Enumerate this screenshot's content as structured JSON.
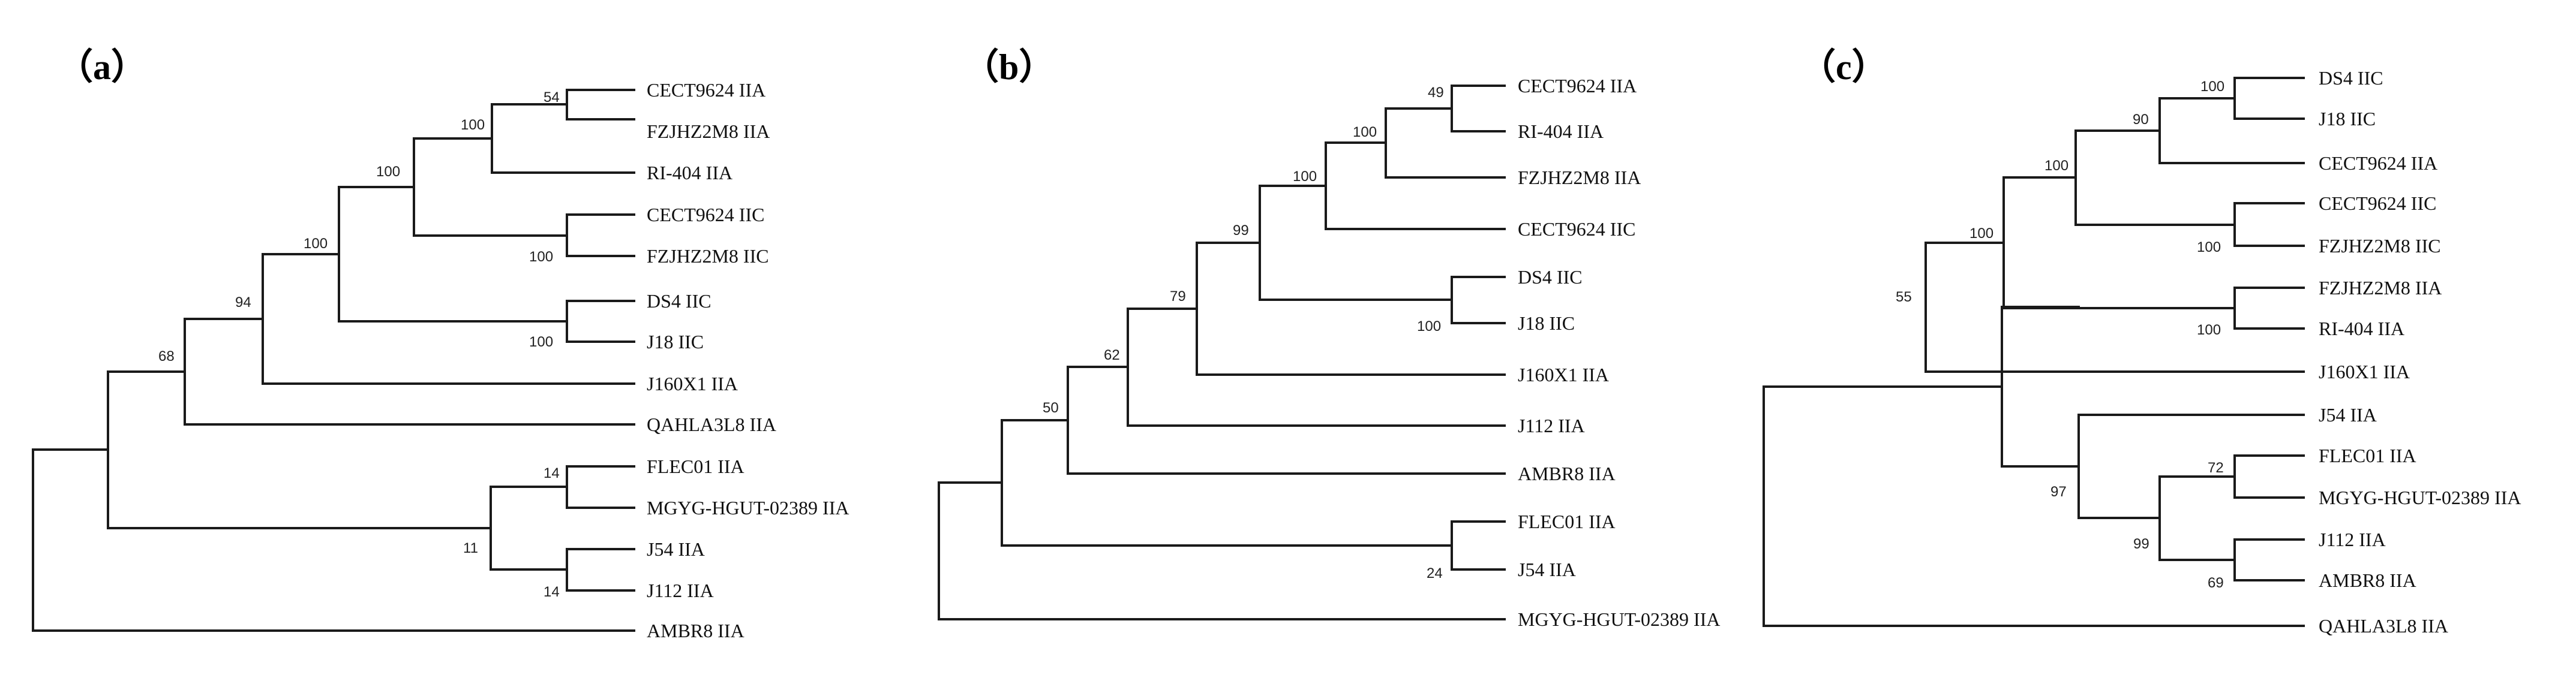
{
  "panels": [
    {
      "id": "a",
      "label": "（a）",
      "leaves": [
        "CECT9624 IIA",
        "FZJHZ2M8 IIA",
        "RI-404 IIA",
        "CECT9624 IIC",
        "FZJHZ2M8 IIC",
        "DS4 IIC",
        "J18 IIC",
        "J160X1 IIA",
        "QAHLA3L8 IIA",
        "FLEC01 IIA",
        "MGYG-HGUT-02389 IIA",
        "J54 IIA",
        "J112 IIA",
        "AMBR8 IIA"
      ],
      "supports": {
        "s54": "54",
        "s100a": "100",
        "s100b": "100",
        "s100c": "100",
        "s100d": "100",
        "s100e": "100",
        "s94": "94",
        "s68": "68",
        "s14a": "14",
        "s11": "11",
        "s14b": "14"
      }
    },
    {
      "id": "b",
      "label": "（b）",
      "leaves": [
        "CECT9624 IIA",
        "RI-404 IIA",
        "FZJHZ2M8 IIA",
        "CECT9624 IIC",
        "DS4 IIC",
        "J18 IIC",
        "J160X1 IIA",
        "J112 IIA",
        "AMBR8 IIA",
        "FLEC01 IIA",
        "J54 IIA",
        "MGYG-HGUT-02389 IIA"
      ],
      "supports": {
        "s49": "49",
        "s100a": "100",
        "s100b": "100",
        "s99": "99",
        "s100c": "100",
        "s79": "79",
        "s62": "62",
        "s50": "50",
        "s24": "24"
      }
    },
    {
      "id": "c",
      "label": "（c）",
      "leaves": [
        "DS4 IIC",
        "J18 IIC",
        "CECT9624 IIA",
        "CECT9624 IIC",
        "FZJHZ2M8 IIC",
        "FZJHZ2M8 IIA",
        "RI-404 IIA",
        "J160X1 IIA",
        "J54 IIA",
        "FLEC01 IIA",
        "MGYG-HGUT-02389 IIA",
        "J112 IIA",
        "AMBR8 IIA",
        "QAHLA3L8 IIA"
      ],
      "supports": {
        "s100a": "100",
        "s90": "90",
        "s100b": "100",
        "s100c": "100",
        "s100d": "100",
        "s100e": "100",
        "s55": "55",
        "s72": "72",
        "s99": "99",
        "s69": "69",
        "s97": "97"
      }
    }
  ]
}
